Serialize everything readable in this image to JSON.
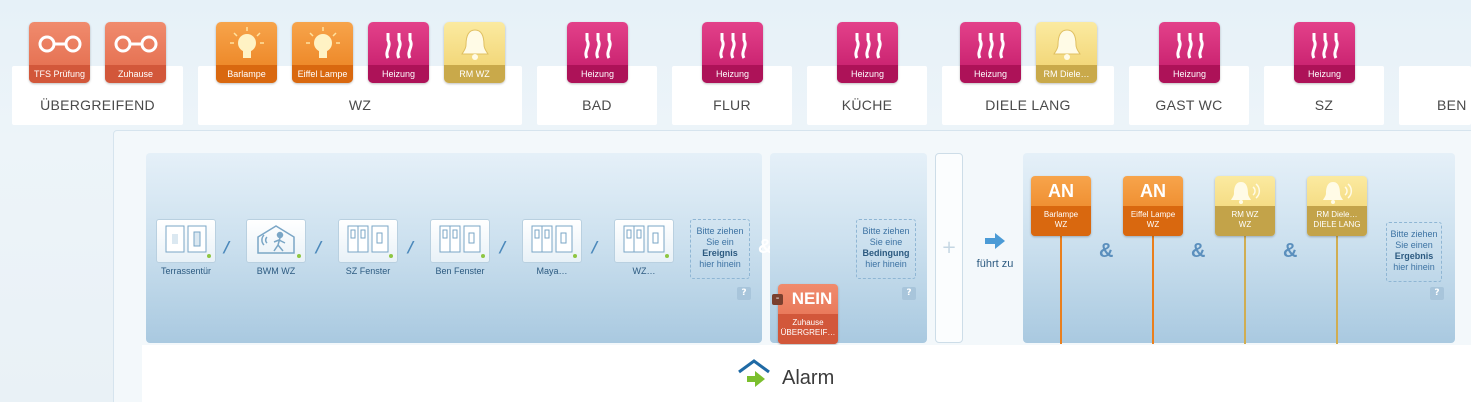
{
  "rooms": [
    {
      "name": "ÜBERGREIFEND"
    },
    {
      "name": "WZ"
    },
    {
      "name": "BAD"
    },
    {
      "name": "FLUR"
    },
    {
      "name": "KÜCHE"
    },
    {
      "name": "DIELE LANG"
    },
    {
      "name": "GAST WC"
    },
    {
      "name": "SZ"
    },
    {
      "name": "BEN"
    }
  ],
  "tiles": [
    {
      "label": "TFS Prüfung",
      "icon": "toggle-icon"
    },
    {
      "label": "Zuhause",
      "icon": "toggle-icon"
    },
    {
      "label": "Barlampe",
      "icon": "lamp-icon"
    },
    {
      "label": "Eiffel Lampe",
      "icon": "lamp-icon"
    },
    {
      "label": "Heizung",
      "icon": "heating-icon"
    },
    {
      "label": "RM WZ",
      "icon": "bell-icon"
    },
    {
      "label": "Heizung",
      "icon": "heating-icon"
    },
    {
      "label": "Heizung",
      "icon": "heating-icon"
    },
    {
      "label": "Heizung",
      "icon": "heating-icon"
    },
    {
      "label": "Heizung",
      "icon": "heating-icon"
    },
    {
      "label": "RM Diele…",
      "icon": "bell-icon"
    },
    {
      "label": "Heizung",
      "icon": "heating-icon"
    },
    {
      "label": "Heizung",
      "icon": "heating-icon"
    }
  ],
  "events": {
    "sensors": [
      {
        "label": "Terrassentür",
        "icon": "door-sensor-icon"
      },
      {
        "label": "BWM WZ",
        "icon": "motion-sensor-icon"
      },
      {
        "label": "SZ Fenster",
        "icon": "window-sensor-icon"
      },
      {
        "label": "Ben Fenster",
        "icon": "window-sensor-icon"
      },
      {
        "label": "Maya…",
        "icon": "window-sensor-icon"
      },
      {
        "label": "WZ…",
        "icon": "window-sensor-icon"
      }
    ],
    "separator": "/",
    "drop_line1": "Bitte ziehen",
    "drop_line2": "Sie ein",
    "drop_bold": "Ereignis",
    "drop_line4": "hier hinein",
    "help": "?"
  },
  "conjunction": "&",
  "conditions": {
    "drop_line1": "Bitte ziehen",
    "drop_line2": "Sie eine",
    "drop_bold": "Bedingung",
    "drop_line4": "hier hinein",
    "help": "?",
    "minus": "-",
    "nein": {
      "state": "NEIN",
      "line1": "Zuhause",
      "line2": "ÜBERGREIF…"
    }
  },
  "add": "+",
  "leads_to": "führt zu",
  "results": {
    "items": [
      {
        "state": "AN",
        "line1": "Barlampe",
        "line2": "WZ"
      },
      {
        "state": "AN",
        "line1": "Eiffel Lampe",
        "line2": "WZ"
      },
      {
        "state": "",
        "line1": "RM WZ",
        "line2": "WZ"
      },
      {
        "state": "",
        "line1": "RM Diele…",
        "line2": "DIELE LANG"
      }
    ],
    "drop_line1": "Bitte ziehen",
    "drop_line2": "Sie einen",
    "drop_bold": "Ergebnis",
    "drop_line4": "hier hinein",
    "help": "?"
  },
  "footer": {
    "title": "Alarm",
    "icon": "home-arrow-icon"
  },
  "colors": {
    "orange": "#ea7f1d",
    "magenta": "#c21968",
    "coral": "#e2694a",
    "yellow": "#efd06b",
    "blue": "#4b88bb"
  }
}
